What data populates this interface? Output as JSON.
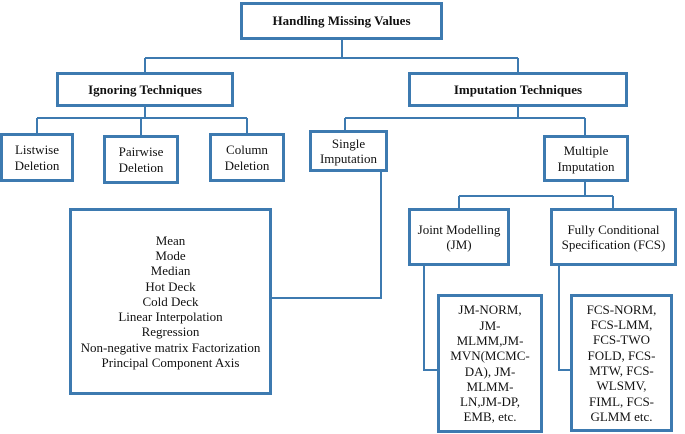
{
  "root": "Handling Missing Values",
  "ignoring": {
    "title": "Ignoring Techniques",
    "children": [
      "Listwise\nDeletion",
      "Pairwise\nDeletion",
      "Column\nDeletion"
    ]
  },
  "imputation": {
    "title": "Imputation Techniques",
    "single": {
      "title": "Single\nImputation",
      "methods": "Mean\nMode\nMedian\nHot Deck\nCold Deck\nLinear Interpolation\nRegression\nNon-negative matrix Factorization\nPrincipal Component Axis"
    },
    "multiple": {
      "title": "Multiple\nImputation",
      "jm": {
        "title": "Joint Modelling\n(JM)",
        "methods": "JM-NORM,\nJM-\nMLMM,JM-\nMVN(MCMC-\nDA), JM-\nMLMM-\nLN,JM-DP,\nEMB, etc."
      },
      "fcs": {
        "title": "Fully Conditional\nSpecification (FCS)",
        "methods": "FCS-NORM,\nFCS-LMM,\nFCS-TWO\nFOLD, FCS-\nMTW, FCS-\nWLSMV,\nFIML, FCS-\nGLMM etc."
      }
    }
  }
}
